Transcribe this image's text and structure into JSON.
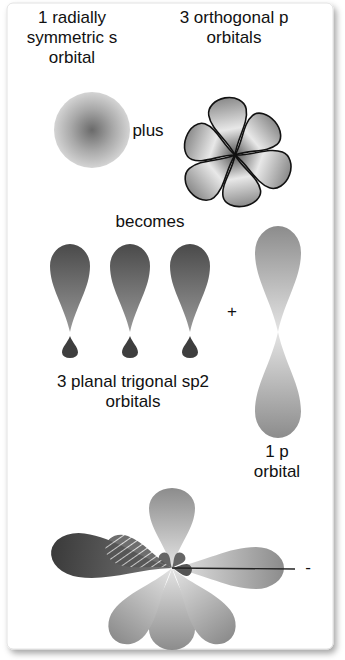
{
  "diagram": {
    "labels": [
      "1 radially symmetric s orbital",
      "3 orthogonal p orbitals",
      "plus",
      "becomes",
      "+",
      "3 planal trigonal sp2 orbitals",
      "1 p orbital",
      "-"
    ]
  }
}
